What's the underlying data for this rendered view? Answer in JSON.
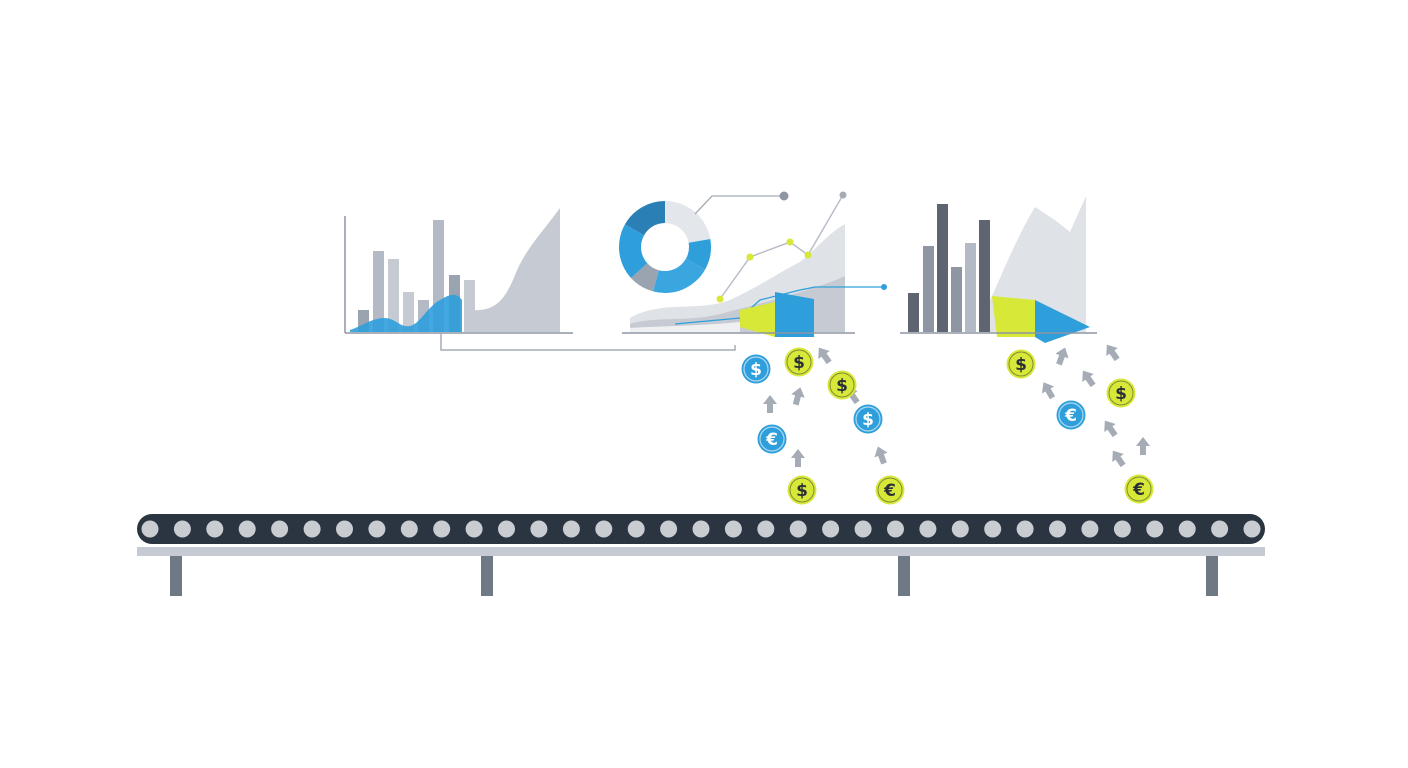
{
  "colors": {
    "background": "#ffffff",
    "blue": "#2f9fdc",
    "lime": "#d7e838",
    "dark_gray": "#5e6571",
    "mid_gray": "#9aa3b0",
    "light_gray": "#c6cbd3",
    "pale_gray": "#dfe2e6",
    "belt": "#2b3441",
    "roller": "#c9ccd1",
    "axis": "#8e96a3",
    "arrow": "#a5acb6",
    "coin_dark_text": "#2b3038",
    "coin_light_text": "#ffffff"
  },
  "currency_symbols": {
    "dollar": "$",
    "euro": "€"
  },
  "coins": [
    {
      "symbol": "$",
      "style": "blue"
    },
    {
      "symbol": "$",
      "style": "lime"
    },
    {
      "symbol": "$",
      "style": "lime"
    },
    {
      "symbol": "€",
      "style": "blue"
    },
    {
      "symbol": "$",
      "style": "blue"
    },
    {
      "symbol": "$",
      "style": "lime"
    },
    {
      "symbol": "€",
      "style": "lime"
    },
    {
      "symbol": "$",
      "style": "lime"
    },
    {
      "symbol": "$",
      "style": "lime"
    },
    {
      "symbol": "€",
      "style": "blue"
    },
    {
      "symbol": "€",
      "style": "lime"
    }
  ],
  "icons": {
    "left_chart": "bar-area-chart-icon",
    "middle_chart": "donut-line-chart-icon",
    "right_chart": "bar-area-chart-icon",
    "belt": "conveyor-belt-icon",
    "arrow": "arrow-up-icon",
    "coin": "currency-coin-icon"
  }
}
